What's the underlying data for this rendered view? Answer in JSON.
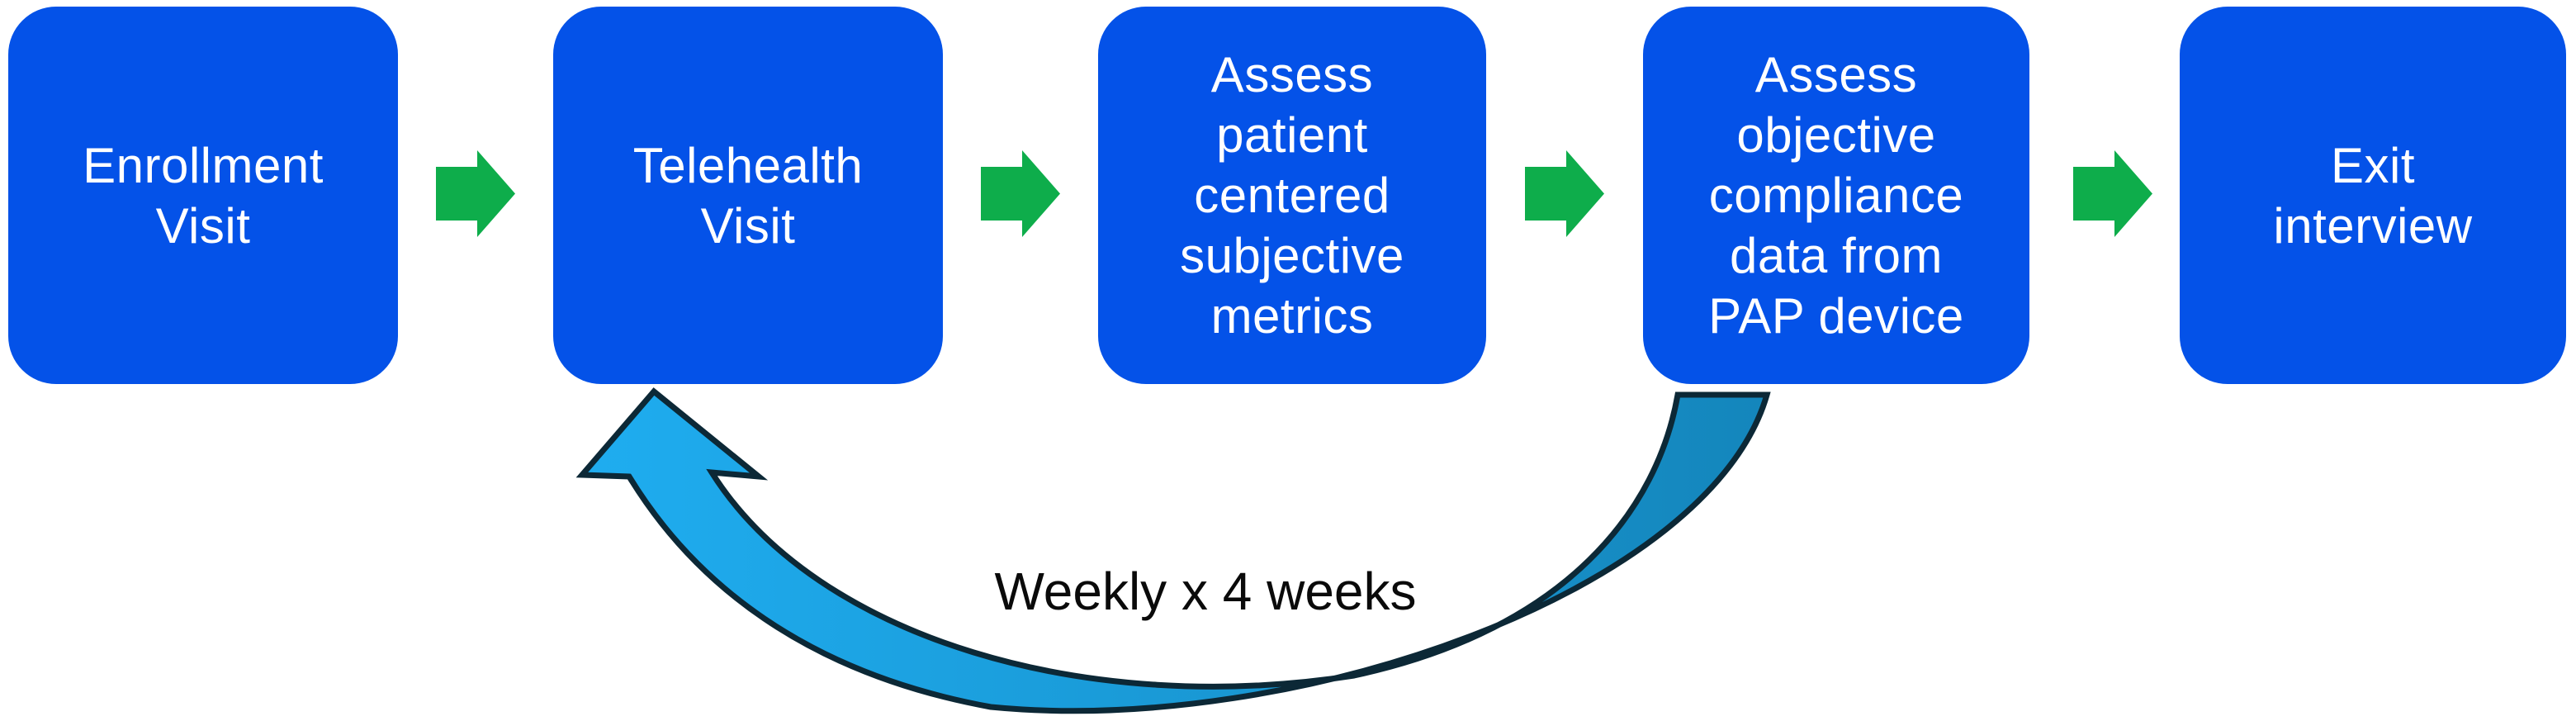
{
  "colors": {
    "background": "#ffffff",
    "step_fill": "#0452e8",
    "step_text": "#ffffff",
    "forward_arrow_green": "#0ead4b",
    "loop_arrow_light": "#1fadf0",
    "loop_arrow_dark": "#1486bc",
    "loop_arrow_outline": "#0c2836",
    "loop_label_text": "#0a0a0a"
  },
  "flowchart": {
    "steps": [
      {
        "id": "enrollment-visit",
        "label": "Enrollment Visit",
        "lines": [
          "Enrollment",
          "Visit"
        ]
      },
      {
        "id": "telehealth-visit",
        "label": "Telehealth Visit",
        "lines": [
          "Telehealth",
          "Visit"
        ]
      },
      {
        "id": "assess-subjective",
        "label": "Assess patient centered subjective metrics",
        "lines": [
          "Assess",
          "patient",
          "centered",
          "subjective",
          "metrics"
        ]
      },
      {
        "id": "assess-objective",
        "label": "Assess objective compliance data from PAP device",
        "lines": [
          "Assess",
          "objective",
          "compliance",
          "data from",
          "PAP device"
        ]
      },
      {
        "id": "exit-interview",
        "label": "Exit interview",
        "lines": [
          "Exit",
          "interview"
        ]
      }
    ],
    "feedback_loop": {
      "label": "Weekly x 4 weeks",
      "from_step": "Assess objective compliance data from PAP device",
      "to_step": "Telehealth Visit"
    }
  }
}
